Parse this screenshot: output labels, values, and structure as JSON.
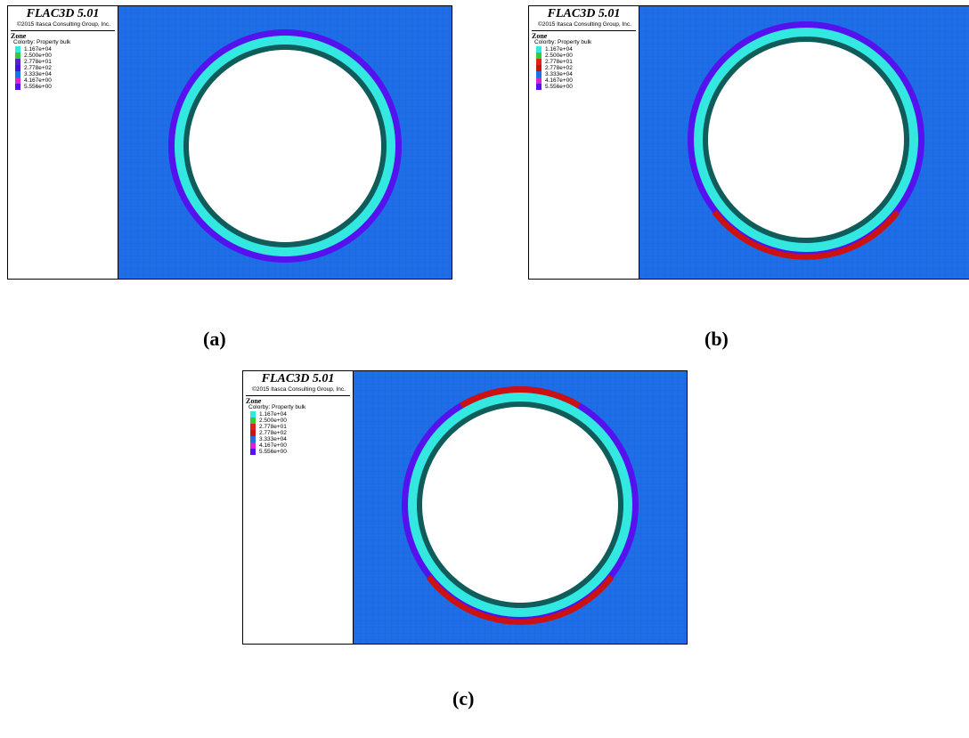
{
  "panels": [
    {
      "id": "a",
      "title": "FLAC3D 5.01",
      "copyright": "©2015 Itasca Consulting Group, Inc.",
      "zone_label": "Zone",
      "colorby_label": "Colorby: Property bulk",
      "legend": [
        {
          "value": "1.167e+04",
          "color": "#33e8e0"
        },
        {
          "value": "2.500e+00",
          "color": "#33cc33"
        },
        {
          "value": "2.778e+01",
          "color": "#5522cc"
        },
        {
          "value": "2.778e+02",
          "color": "#4411dd"
        },
        {
          "value": "3.333e+04",
          "color": "#1e6ee8"
        },
        {
          "value": "4.167e+00",
          "color": "#dd22cc"
        },
        {
          "value": "5.556e+00",
          "color": "#5511ee"
        }
      ],
      "caption": "(a)"
    },
    {
      "id": "b",
      "title": "FLAC3D 5.01",
      "copyright": "©2015 Itasca Consulting Group, Inc.",
      "zone_label": "Zone",
      "colorby_label": "Colorby: Property bulk",
      "legend": [
        {
          "value": "1.167e+04",
          "color": "#33e8e0"
        },
        {
          "value": "2.500e+00",
          "color": "#33cc33"
        },
        {
          "value": "2.778e+01",
          "color": "#dd2222"
        },
        {
          "value": "2.778e+02",
          "color": "#cc1111"
        },
        {
          "value": "3.333e+04",
          "color": "#1e6ee8"
        },
        {
          "value": "4.167e+00",
          "color": "#dd22cc"
        },
        {
          "value": "5.556e+00",
          "color": "#5511ee"
        }
      ],
      "caption": "(b)"
    },
    {
      "id": "c",
      "title": "FLAC3D 5.01",
      "copyright": "©2015 Itasca Consulting Group, Inc.",
      "zone_label": "Zone",
      "colorby_label": "Colorby: Property bulk",
      "legend": [
        {
          "value": "1.167e+04",
          "color": "#33e8e0"
        },
        {
          "value": "2.500e+00",
          "color": "#33cc33"
        },
        {
          "value": "2.778e+01",
          "color": "#dd2222"
        },
        {
          "value": "2.778e+02",
          "color": "#cc1111"
        },
        {
          "value": "3.333e+04",
          "color": "#1e6ee8"
        },
        {
          "value": "4.167e+00",
          "color": "#dd22cc"
        },
        {
          "value": "5.556e+00",
          "color": "#5511ee"
        }
      ],
      "caption": "(c)"
    }
  ],
  "colors": {
    "rock": "#1e6ee8",
    "grout_ring": "#33e8e0",
    "lining_ring": "#0f5c5a",
    "outer_ring": "#5511ee",
    "treated_ring": "#cc1111"
  }
}
